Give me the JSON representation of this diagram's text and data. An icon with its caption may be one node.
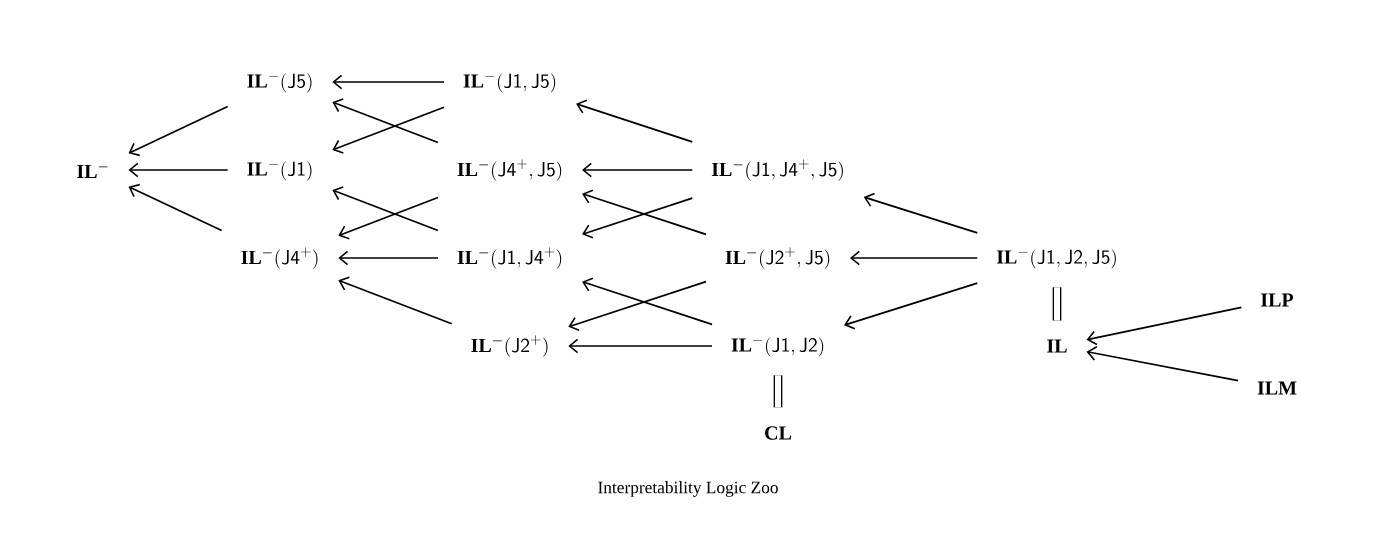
{
  "diagram": {
    "caption": "Interpretability Logic Zoo",
    "nodes": [
      {
        "text": [
          "\\mathbf{IL}^-"
        ]
      },
      {
        "text": [
          "\\mathbf{IL}^-(\\mathsf{J5})"
        ]
      },
      {
        "text": [
          "\\mathbf{IL}^-(\\mathsf{J1})"
        ]
      },
      {
        "text": [
          "\\mathbf{IL}^-(\\mathsf{J4}^+)"
        ]
      },
      {
        "text": [
          "\\mathbf{IL}^-(\\mathsf{J1}, \\mathsf{J5})"
        ]
      },
      {
        "text": [
          "\\mathbf{IL}^-(\\mathsf{J4}^+, \\mathsf{J5})"
        ]
      },
      {
        "text": [
          "\\mathbf{IL}^-(\\mathsf{J1}, \\mathsf{J4}^+)"
        ]
      },
      {
        "text": [
          "\\mathbf{IL}^-(\\mathsf{J2}^+)"
        ]
      },
      {
        "text": [
          "\\mathbf{IL}^-(\\mathsf{J1}, \\mathsf{J4}^+, \\mathsf{J5})"
        ]
      },
      {
        "text": [
          "\\mathbf{IL}^-(\\mathsf{J2}^+, \\mathsf{J5})"
        ]
      },
      {
        "text": [
          "\\mathbf{IL}^-(\\mathsf{J1}, \\mathsf{J2})"
        ]
      },
      {
        "text": [
          "\\mathbf{CL}"
        ]
      },
      {
        "text": [
          "\\mathbf{IL}^-(\\mathsf{J1}, \\mathsf{J2}, \\mathsf{J5})"
        ]
      },
      {
        "text": [
          "\\mathbf{IL}"
        ]
      },
      {
        "text": [
          "\\mathbf{ILP}"
        ]
      },
      {
        "text": [
          "\\mathbf{ILM}"
        ]
      }
    ],
    "edges": [
      {
        "from": 1,
        "to": 0,
        "arrow": "to"
      },
      {
        "from": 2,
        "to": 0,
        "arrow": "to"
      },
      {
        "from": 3,
        "to": 0,
        "arrow": "to"
      },
      {
        "from": 4,
        "to": 1,
        "arrow": "to"
      },
      {
        "from": 4,
        "to": 2,
        "arrow": "to"
      },
      {
        "from": 5,
        "to": 1,
        "arrow": "to"
      },
      {
        "from": 5,
        "to": 3,
        "arrow": "to"
      },
      {
        "from": 6,
        "to": 2,
        "arrow": "to"
      },
      {
        "from": 6,
        "to": 3,
        "arrow": "to"
      },
      {
        "from": 7,
        "to": 3,
        "arrow": "to"
      },
      {
        "from": 8,
        "to": 4,
        "arrow": "to"
      },
      {
        "from": 8,
        "to": 5,
        "arrow": "to"
      },
      {
        "from": 8,
        "to": 6,
        "arrow": "to"
      },
      {
        "from": 9,
        "to": 5,
        "arrow": "to"
      },
      {
        "from": 9,
        "to": 7,
        "arrow": "to"
      },
      {
        "from": 10,
        "to": 6,
        "arrow": "to"
      },
      {
        "from": 10,
        "to": 7,
        "arrow": "to"
      },
      {
        "from": 12,
        "to": 8,
        "arrow": "to"
      },
      {
        "from": 12,
        "to": 9,
        "arrow": "to"
      },
      {
        "from": 12,
        "to": 10,
        "arrow": "to"
      },
      {
        "from": 12,
        "to": 13,
        "arrow": "none",
        "style": "thick"
      },
      {
        "from": 10,
        "to": 11,
        "arrow": "none",
        "style": "thick"
      },
      {
        "from": 14,
        "to": 13,
        "arrow": "to"
      },
      {
        "from": 15,
        "to": 13,
        "arrow": "to"
      }
    ]
  }
}
